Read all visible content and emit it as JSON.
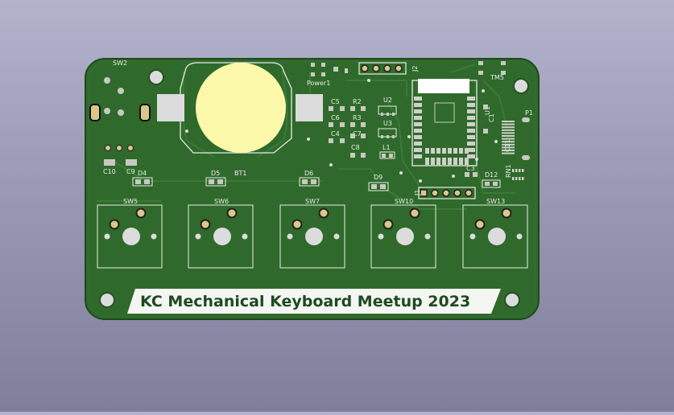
{
  "board": {
    "title": "KC Mechanical Keyboard Meetup 2023",
    "colors": {
      "board": "#2f6a2c",
      "board_edge": "#1e4a1c",
      "trace": "#3b7a34",
      "silk": "#e8ece4",
      "copper": "#d8c98a",
      "pad": "#c9c9c0",
      "battery": "#fbf9a9",
      "bg_top": "#b4b3cc",
      "bg_bottom": "#7f7e9b"
    },
    "labels": {
      "sw2": "SW2",
      "j2": "J2",
      "tms": "TM5",
      "power": "Power1",
      "c5": "C5",
      "r2": "R2",
      "u2": "U2",
      "c6": "C6",
      "r3": "R3",
      "u3": "U3",
      "c4": "C4",
      "c7": "C7",
      "c8": "C8",
      "l1": "L1",
      "u1": "U1",
      "c1": "C1",
      "c3": "C3",
      "c11": "C11",
      "p1": "P1",
      "d12": "D12",
      "rn1": "RN1",
      "j1": "J1",
      "c10": "C10",
      "c9": "C9",
      "d4": "D4",
      "d5": "D5",
      "d6": "D6",
      "d9": "D9",
      "bt1": "BT1",
      "sw5": "SW5",
      "sw6": "SW6",
      "sw7": "SW7",
      "sw10": "SW10",
      "sw13": "SW13"
    }
  }
}
